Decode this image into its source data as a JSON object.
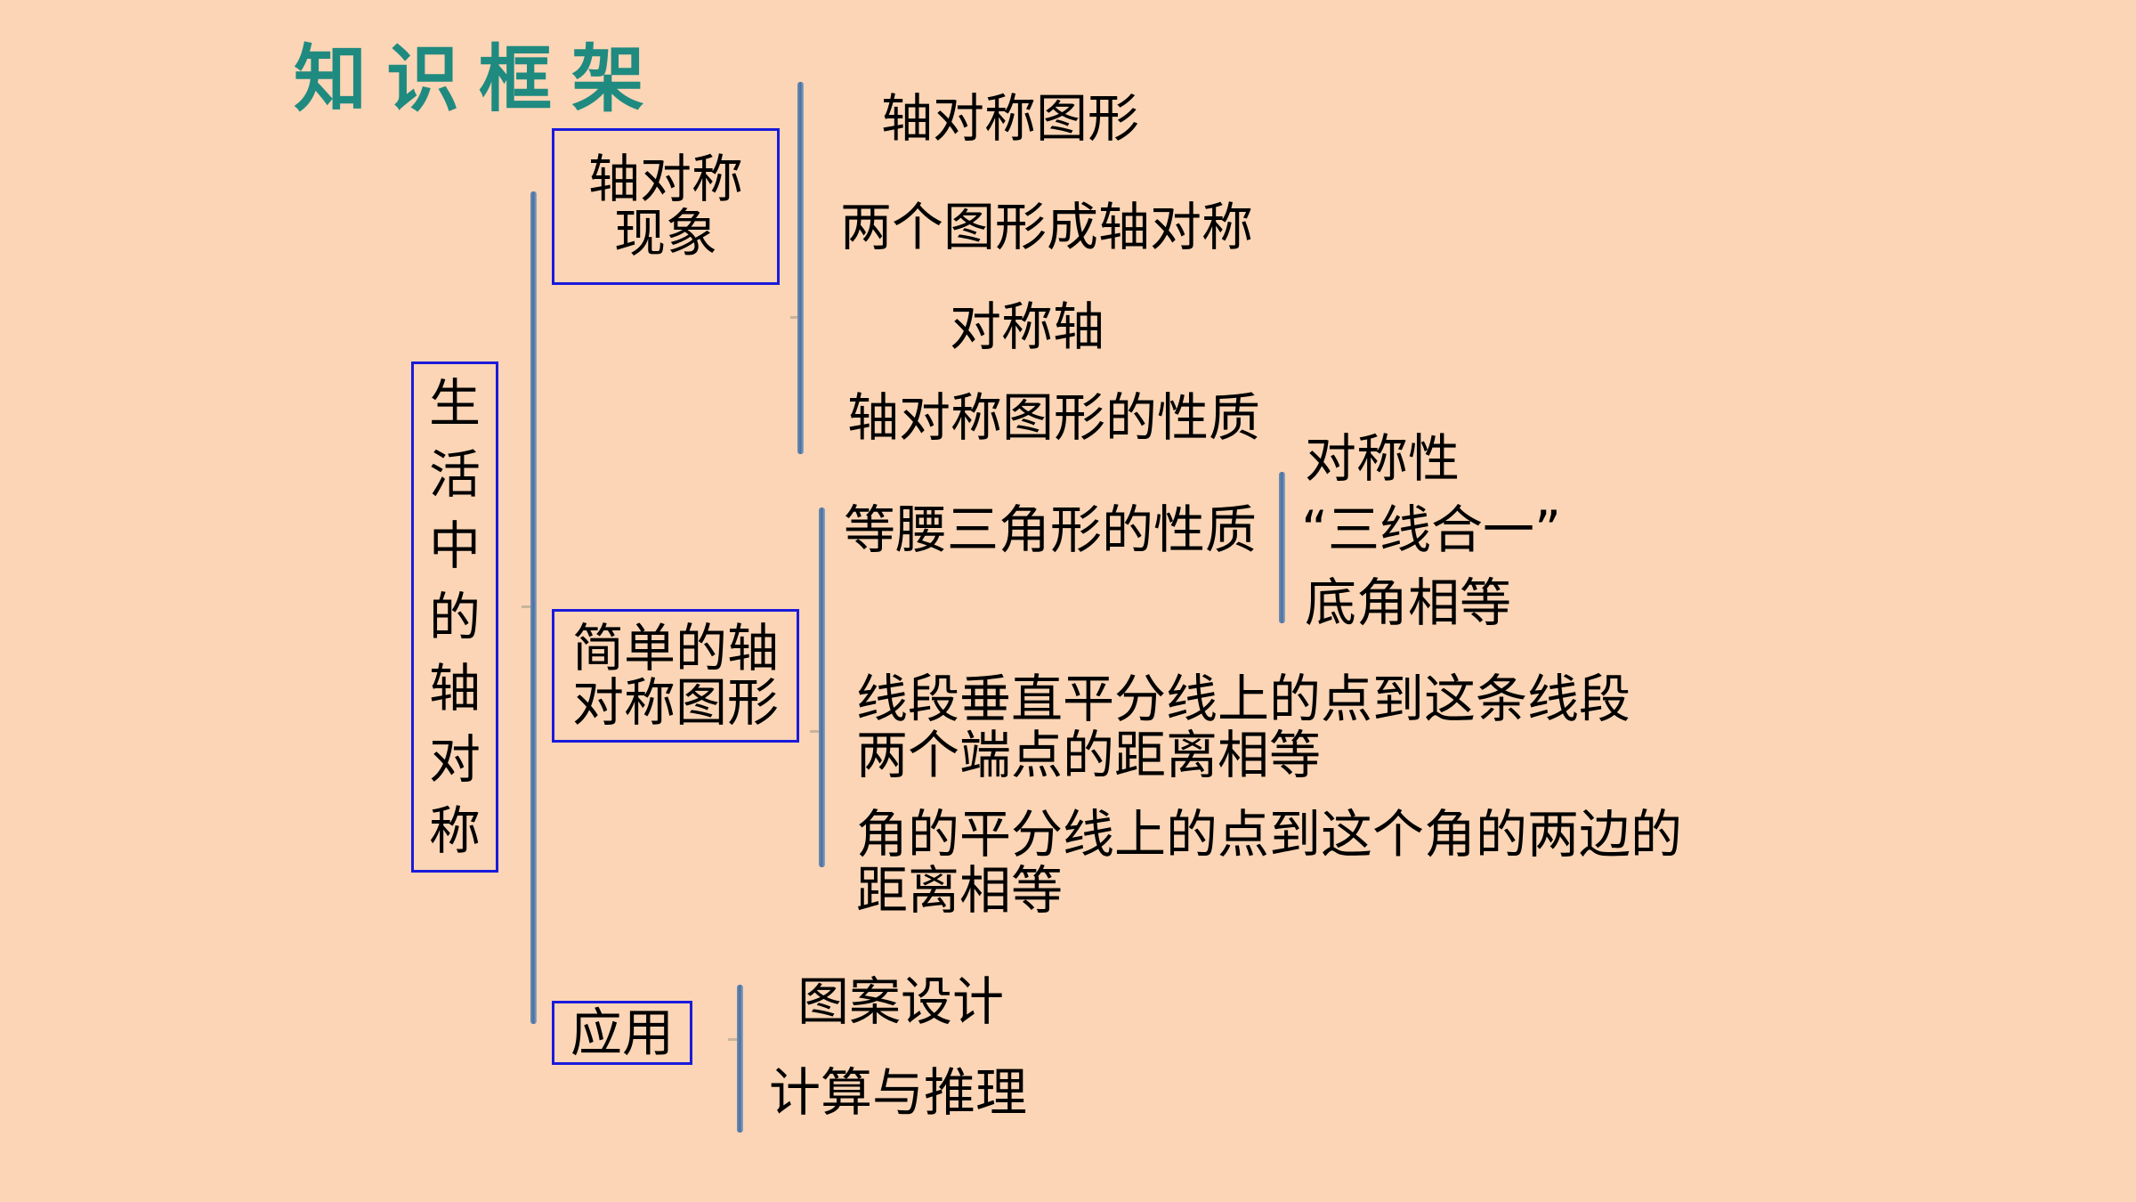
{
  "title": "知识框架",
  "root": {
    "chars": [
      "生",
      "活",
      "中",
      "的",
      "轴",
      "对",
      "称"
    ]
  },
  "branch1": {
    "label_line1": "轴对称",
    "label_line2": "现象",
    "items": [
      "轴对称图形",
      "两个图形成轴对称",
      "对称轴",
      "轴对称图形的性质"
    ]
  },
  "branch2": {
    "label_line1": "简单的轴",
    "label_line2": "对称图形",
    "isosceles": {
      "label": "等腰三角形的性质",
      "items": [
        "对称性",
        "“三线合一”",
        "底角相等"
      ]
    },
    "perp_bisector": {
      "line1": "线段垂直平分线上的点到这条线段",
      "line2": "两个端点的距离相等"
    },
    "angle_bisector": {
      "line1": "角的平分线上的点到这个角的两边的",
      "line2": "距离相等"
    }
  },
  "branch3": {
    "label": "应用",
    "items": [
      "图案设计",
      "计算与推理"
    ]
  }
}
